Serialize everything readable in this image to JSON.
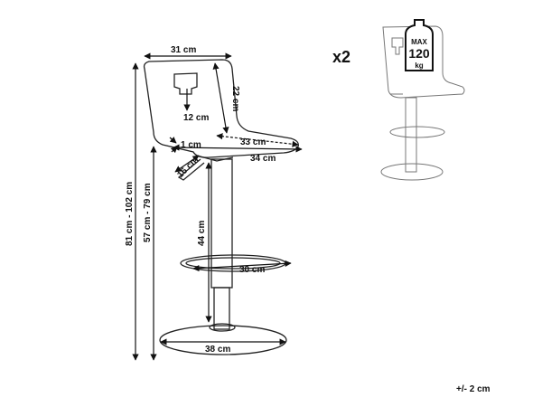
{
  "labels": {
    "seat_back_width": "31 cm",
    "backrest_height": "22 cm",
    "handle_width": "12 cm",
    "seat_thickness": "1 cm",
    "seat_depth_top": "33 cm",
    "seat_depth_bottom": "34 cm",
    "lever_length": "16 cm",
    "total_height": "81 cm - 102 cm",
    "seat_height": "57 cm - 79 cm",
    "column_height": "44 cm",
    "footrest_diameter": "30 cm",
    "base_diameter": "38 cm"
  },
  "quantity": "x2",
  "load_badge": {
    "line1": "MAX",
    "line2": "120",
    "line3": "kg"
  },
  "tolerance": "+/- 2 cm"
}
